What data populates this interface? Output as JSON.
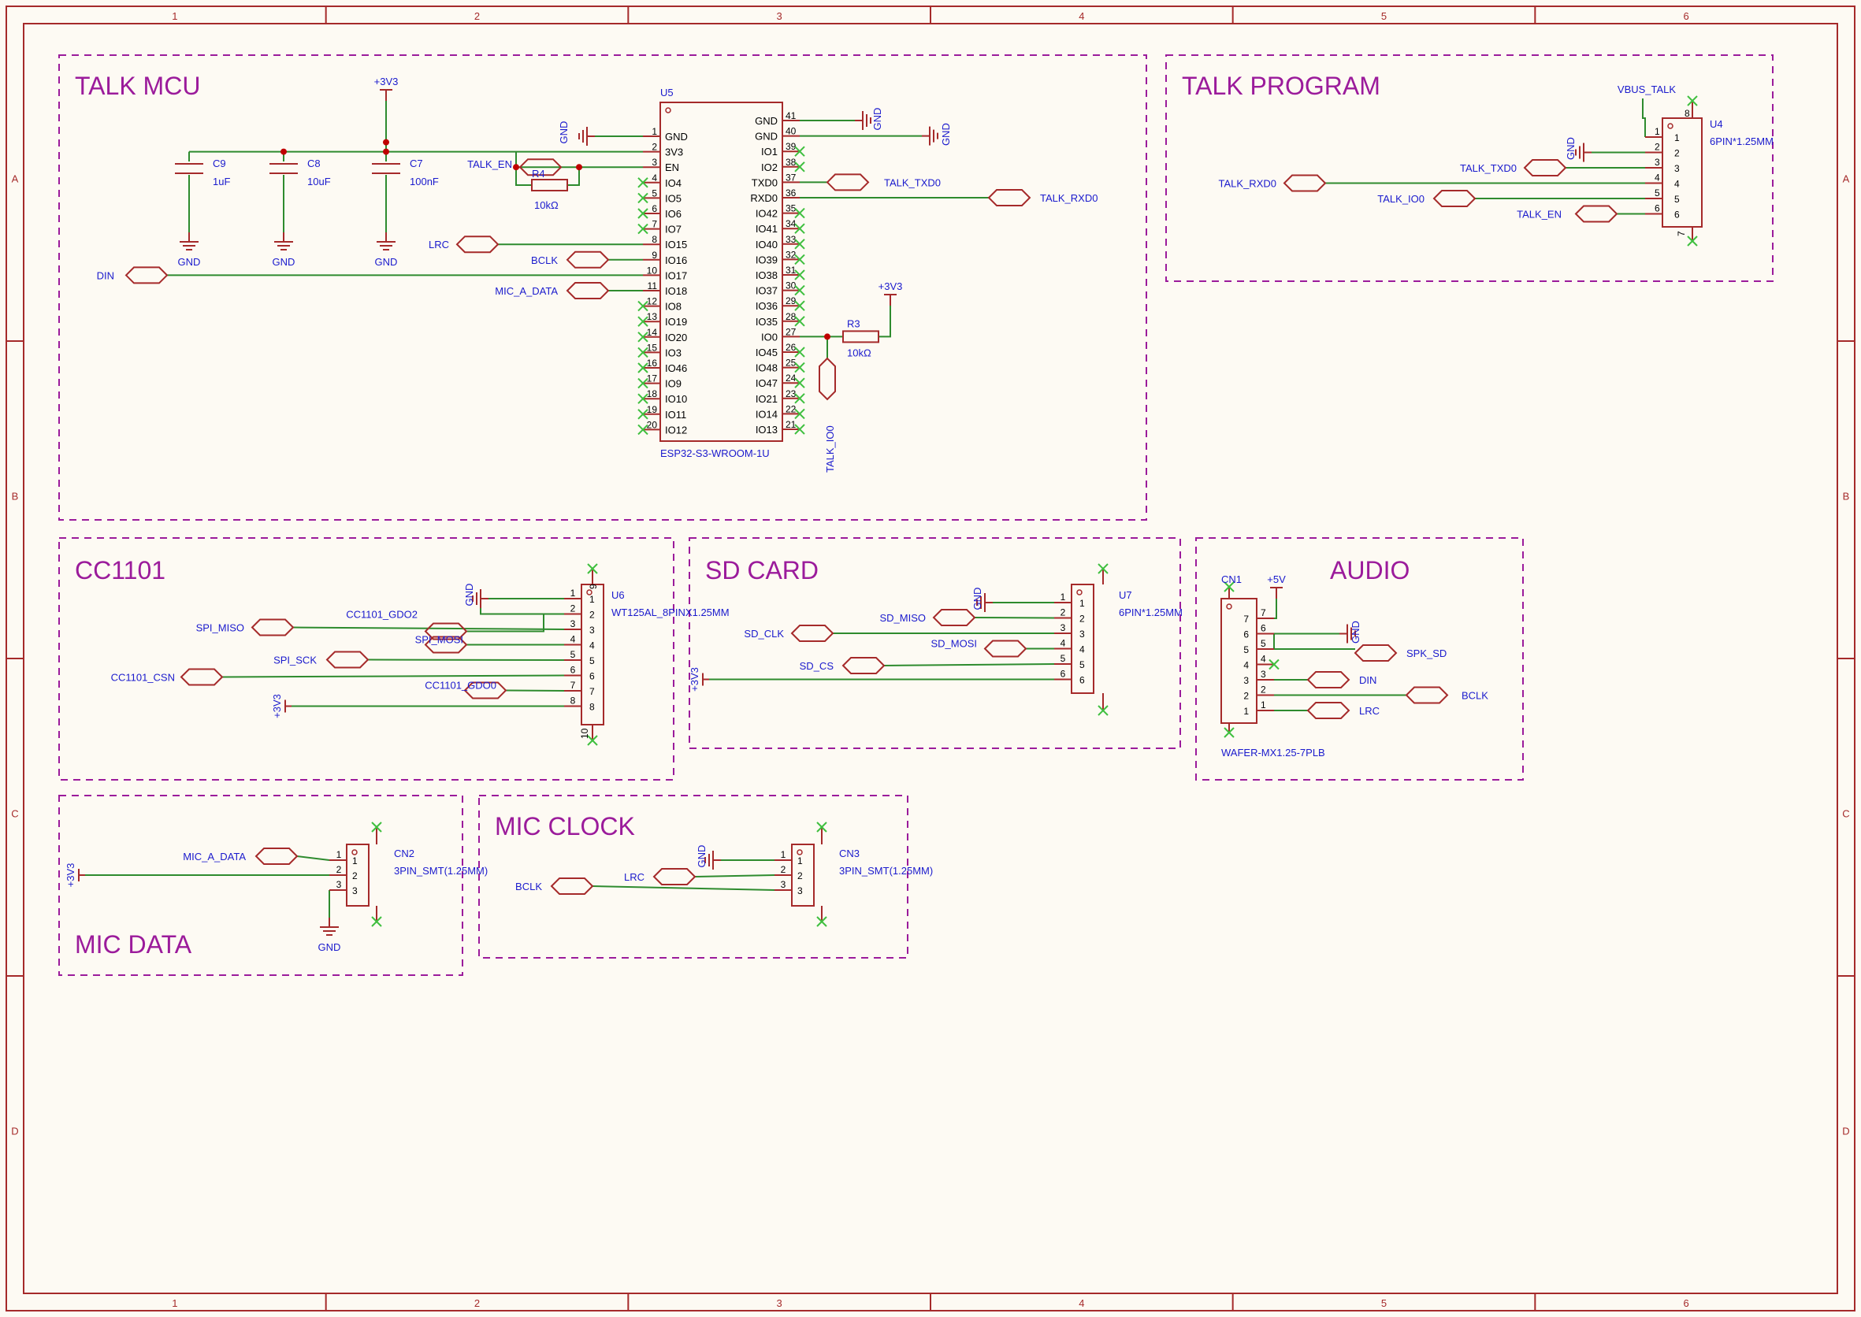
{
  "colors": {
    "frame": "#a52a2a",
    "wire": "#2e8b2e",
    "label": "#1a1acd",
    "title": "#9b1b9b",
    "box": "#9b1b9b",
    "symbol": "#a52a2a",
    "nc": "#3fbf3f",
    "background": "#fdfaf3"
  },
  "frame": {
    "cols": [
      "1",
      "2",
      "3",
      "4",
      "5",
      "6"
    ],
    "rows": [
      "A",
      "B",
      "C",
      "D"
    ]
  },
  "sections": {
    "talk_mcu": "TALK MCU",
    "talk_program": "TALK PROGRAM",
    "cc1101": "CC1101",
    "sd_card": "SD CARD",
    "audio": "AUDIO",
    "mic_data": "MIC DATA",
    "mic_clock": "MIC CLOCK"
  },
  "u5": {
    "ref": "U5",
    "part": "ESP32-S3-WROOM-1U",
    "left": [
      [
        "1",
        "GND"
      ],
      [
        "2",
        "3V3"
      ],
      [
        "3",
        "EN"
      ],
      [
        "4",
        "IO4"
      ],
      [
        "5",
        "IO5"
      ],
      [
        "6",
        "IO6"
      ],
      [
        "7",
        "IO7"
      ],
      [
        "8",
        "IO15"
      ],
      [
        "9",
        "IO16"
      ],
      [
        "10",
        "IO17"
      ],
      [
        "11",
        "IO18"
      ],
      [
        "12",
        "IO8"
      ],
      [
        "13",
        "IO19"
      ],
      [
        "14",
        "IO20"
      ],
      [
        "15",
        "IO3"
      ],
      [
        "16",
        "IO46"
      ],
      [
        "17",
        "IO9"
      ],
      [
        "18",
        "IO10"
      ],
      [
        "19",
        "IO11"
      ],
      [
        "20",
        "IO12"
      ]
    ],
    "right": [
      [
        "41",
        "GND"
      ],
      [
        "40",
        "GND"
      ],
      [
        "39",
        "IO1"
      ],
      [
        "38",
        "IO2"
      ],
      [
        "37",
        "TXD0"
      ],
      [
        "36",
        "RXD0"
      ],
      [
        "35",
        "IO42"
      ],
      [
        "34",
        "IO41"
      ],
      [
        "33",
        "IO40"
      ],
      [
        "32",
        "IO39"
      ],
      [
        "31",
        "IO38"
      ],
      [
        "30",
        "IO37"
      ],
      [
        "29",
        "IO36"
      ],
      [
        "28",
        "IO35"
      ],
      [
        "27",
        "IO0"
      ],
      [
        "26",
        "IO45"
      ],
      [
        "25",
        "IO48"
      ],
      [
        "24",
        "IO47"
      ],
      [
        "23",
        "IO21"
      ],
      [
        "22",
        "IO14"
      ],
      [
        "21",
        "IO13"
      ]
    ]
  },
  "caps": [
    {
      "ref": "C9",
      "value": "1uF"
    },
    {
      "ref": "C8",
      "value": "10uF"
    },
    {
      "ref": "C7",
      "value": "100nF"
    }
  ],
  "r4": {
    "ref": "R4",
    "value": "10kΩ"
  },
  "r3": {
    "ref": "R3",
    "value": "10kΩ"
  },
  "u4": {
    "ref": "U4",
    "part": "6PIN*1.25MM"
  },
  "u6": {
    "ref": "U6",
    "part": "WT125AL_8PINX1.25MM"
  },
  "u7": {
    "ref": "U7",
    "part": "6PIN*1.25MM"
  },
  "cn1": {
    "ref": "CN1",
    "part": "WAFER-MX1.25-7PLB"
  },
  "cn2": {
    "ref": "CN2",
    "part": "3PIN_SMT(1.25MM)"
  },
  "cn3": {
    "ref": "CN3",
    "part": "3PIN_SMT(1.25MM)"
  },
  "power": {
    "v33": "+3V3",
    "v5": "+5V",
    "gnd": "GND",
    "vbus": "VBUS_TALK"
  },
  "nets": {
    "talk_en": "TALK_EN",
    "lrc": "LRC",
    "bclk": "BCLK",
    "din": "DIN",
    "mic_a_data": "MIC_A_DATA",
    "talk_txd0": "TALK_TXD0",
    "talk_rxd0": "TALK_RXD0",
    "talk_io0": "TALK_IO0",
    "spi_miso": "SPI_MISO",
    "spi_mosi": "SPI_MOSI",
    "spi_sck": "SPI_SCK",
    "cc1101_csn": "CC1101_CSN",
    "cc1101_gdo2": "CC1101_GDO2",
    "cc1101_gdo0": "CC1101_GDO0",
    "sd_clk": "SD_CLK",
    "sd_miso": "SD_MISO",
    "sd_mosi": "SD_MOSI",
    "sd_cs": "SD_CS",
    "spk_sd": "SPK_SD"
  }
}
